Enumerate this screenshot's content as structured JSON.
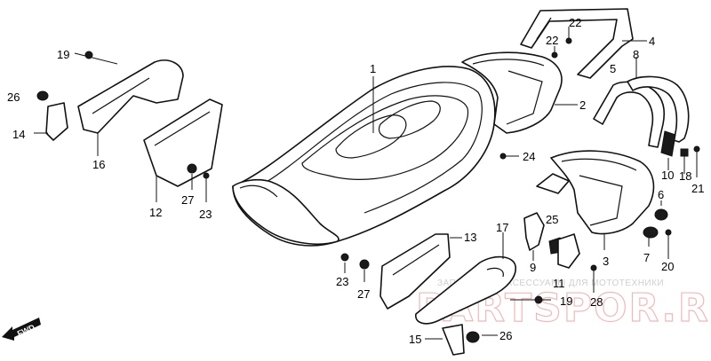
{
  "callouts": {
    "p1": "1",
    "p2": "2",
    "p3": "3",
    "p4": "4",
    "p5": "5",
    "p6": "6",
    "p7": "7",
    "p8": "8",
    "p9": "9",
    "p10": "10",
    "p11": "11",
    "p12": "12",
    "p13": "13",
    "p14": "14",
    "p15": "15",
    "p16": "16",
    "p17": "17",
    "p18": "18",
    "p19a": "19",
    "p19b": "19",
    "p20": "20",
    "p21": "21",
    "p22a": "22",
    "p22b": "22",
    "p23a": "23",
    "p23b": "23",
    "p24": "24",
    "p25": "25",
    "p26a": "26",
    "p26b": "26",
    "p27a": "27",
    "p27b": "27",
    "p28": "28"
  },
  "direction_marker": {
    "label": "FWD"
  },
  "watermark": {
    "caption": "ЗАПЧАСТИ И АКСЕССУАРЫ ДЛЯ МОТОТЕХНИКИ",
    "logo": "PARTSPOR.RU"
  }
}
